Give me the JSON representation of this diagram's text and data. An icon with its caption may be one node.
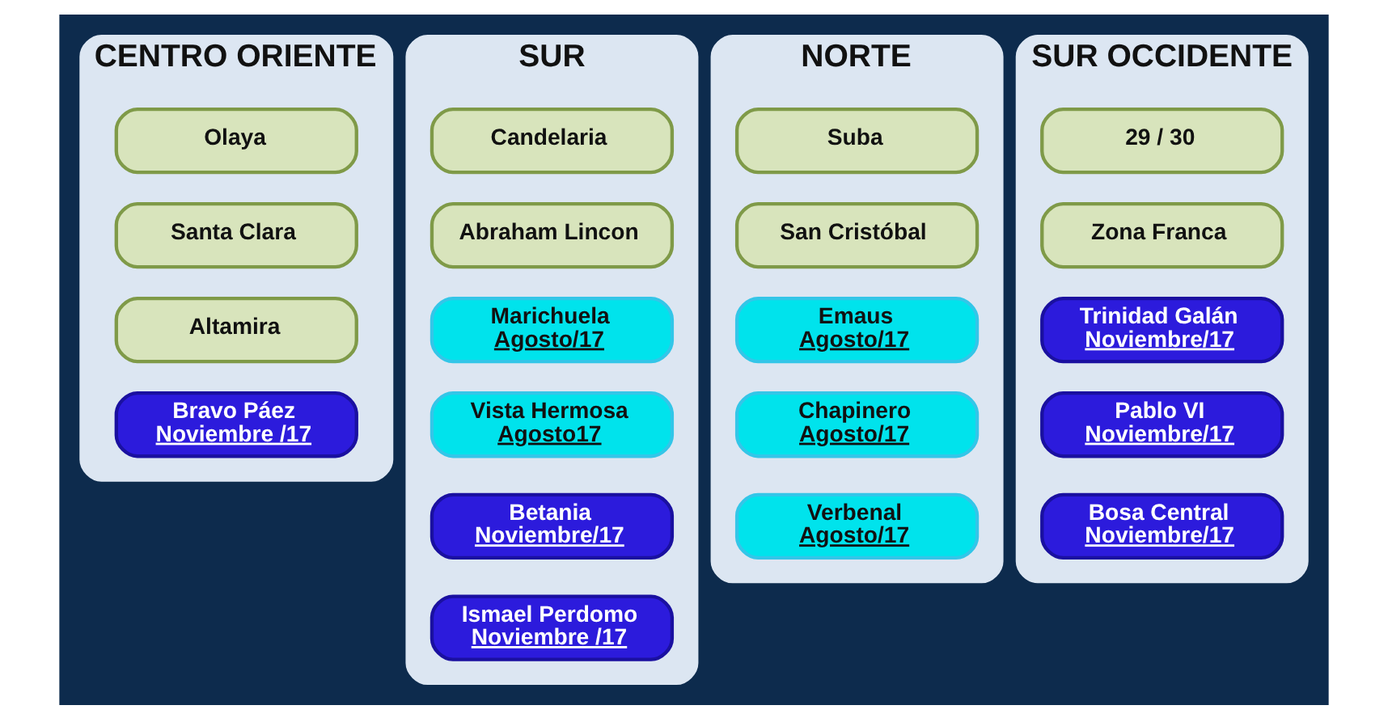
{
  "diagram": {
    "nodes": [
      {
        "text": [
          "CENTRO ORIENTE"
        ]
      },
      {
        "text": [
          "Olaya"
        ],
        "in": 0
      },
      {
        "text": [
          "Santa Clara"
        ],
        "in": 0
      },
      {
        "text": [
          "Altamira"
        ],
        "in": 0
      },
      {
        "text": [
          "Bravo Páez",
          "Noviembre /17"
        ],
        "in": 0
      },
      {
        "text": [
          "SUR"
        ]
      },
      {
        "text": [
          "Candelaria"
        ],
        "in": 5
      },
      {
        "text": [
          "Abraham Lincon"
        ],
        "in": 5
      },
      {
        "text": [
          "Marichuela",
          "Agosto/17"
        ],
        "in": 5
      },
      {
        "text": [
          "Vista Hermosa",
          "Agosto17"
        ],
        "in": 5
      },
      {
        "text": [
          "Betania",
          "Noviembre/17"
        ],
        "in": 5
      },
      {
        "text": [
          "Ismael Perdomo",
          "Noviembre /17"
        ],
        "in": 5
      },
      {
        "text": [
          "NORTE"
        ]
      },
      {
        "text": [
          "Suba"
        ],
        "in": 12
      },
      {
        "text": [
          "San Cristóbal"
        ],
        "in": 12
      },
      {
        "text": [
          "Emaus",
          "Agosto/17"
        ],
        "in": 12
      },
      {
        "text": [
          "Chapinero",
          "Agosto/17"
        ],
        "in": 12
      },
      {
        "text": [
          "Verbenal",
          "Agosto/17"
        ],
        "in": 12
      },
      {
        "text": [
          "SUR OCCIDENTE"
        ]
      },
      {
        "text": [
          "29 / 30"
        ],
        "in": 18
      },
      {
        "text": [
          "Zona Franca"
        ],
        "in": 18
      },
      {
        "text": [
          "Trinidad Galán",
          "Noviembre/17"
        ],
        "in": 18
      },
      {
        "text": [
          "Pablo VI",
          "Noviembre/17"
        ],
        "in": 18
      },
      {
        "text": [
          "Bosa Central",
          "Noviembre/17"
        ],
        "in": 18
      }
    ],
    "edges": []
  }
}
